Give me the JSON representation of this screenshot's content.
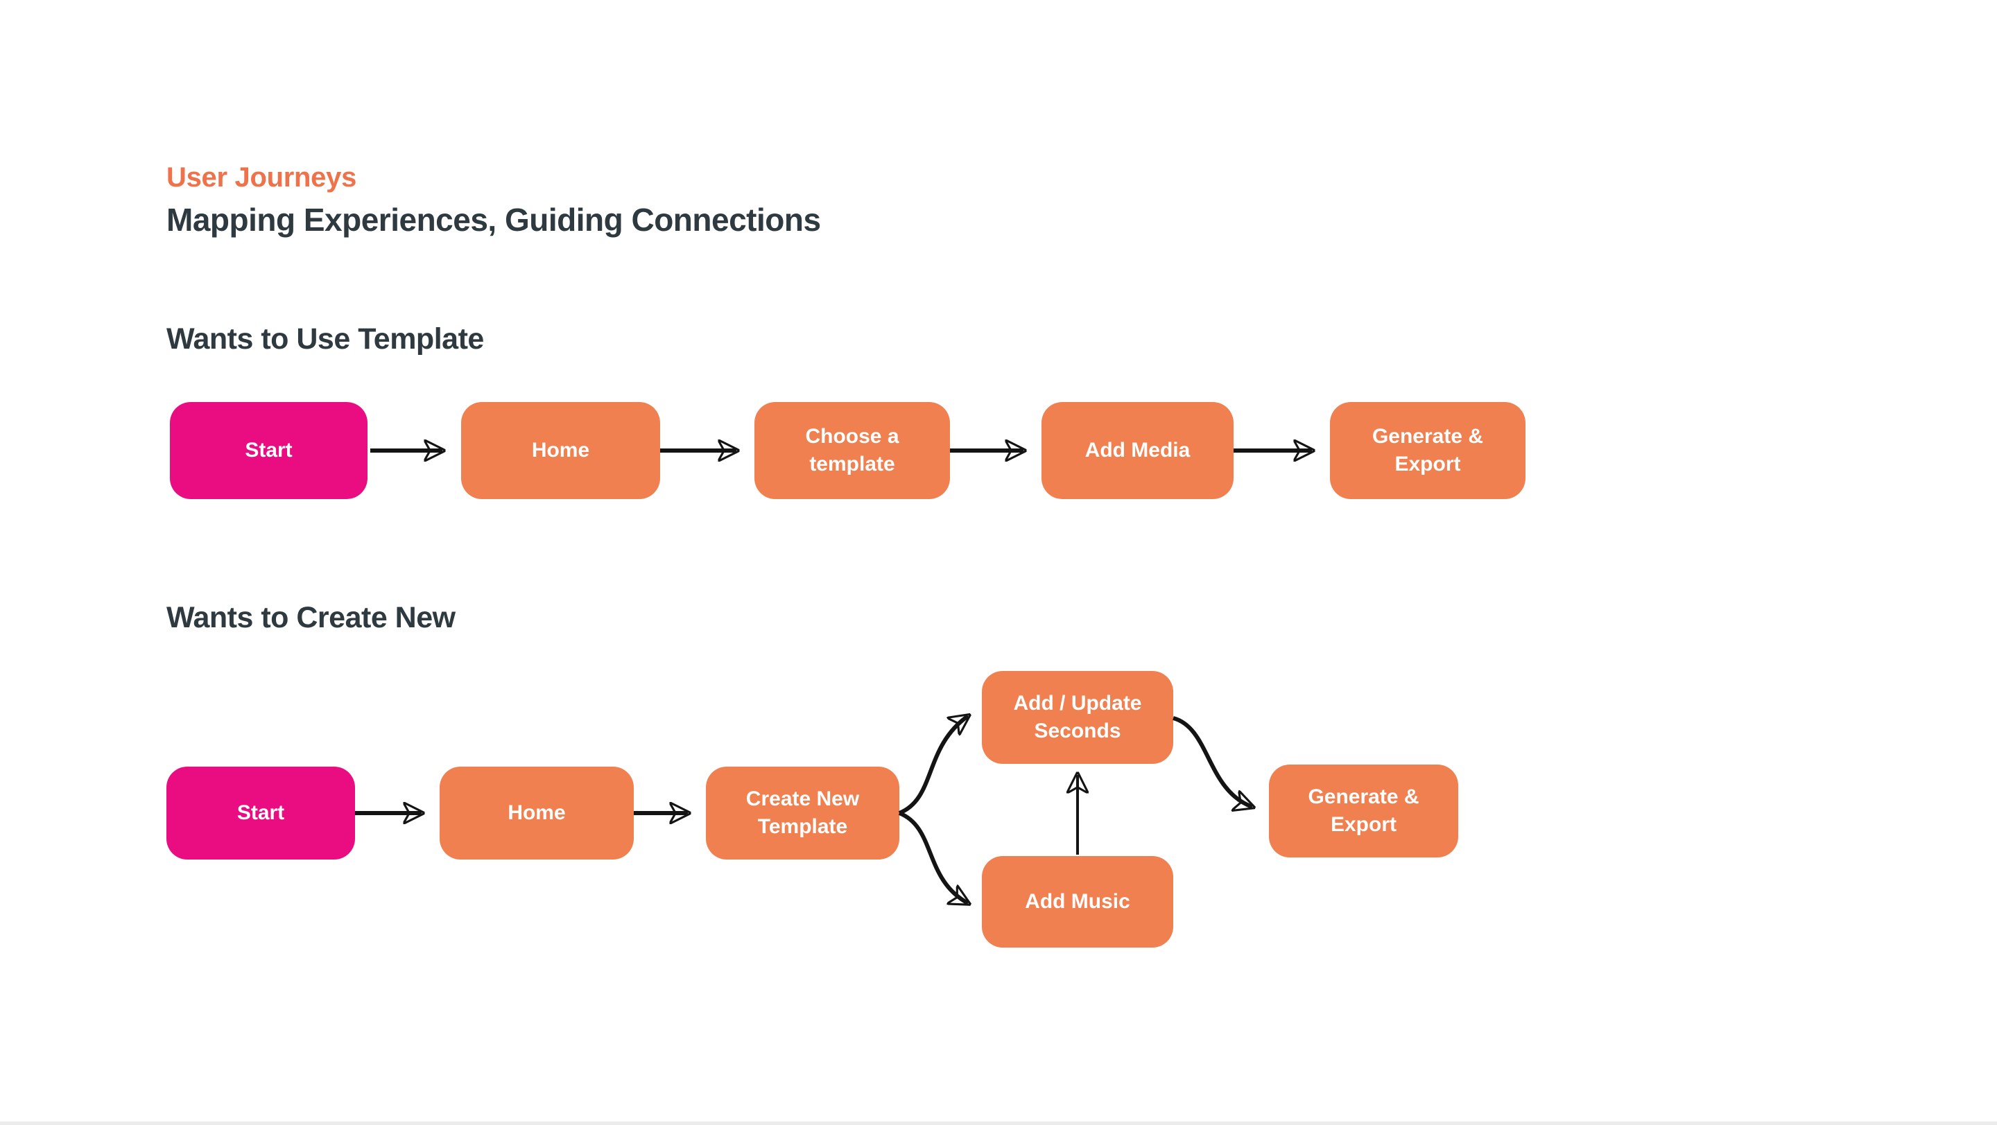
{
  "page": {
    "title": "User Journeys",
    "subtitle": "Mapping Experiences, Guiding Connections"
  },
  "colors": {
    "accent_orange": "#ee724a",
    "node_orange": "#f0804f",
    "node_pink": "#ea0d81",
    "heading_dark": "#2e3a40",
    "arrow_black": "#141414",
    "background": "#ffffff"
  },
  "flows": {
    "use_template": {
      "heading": "Wants to Use Template",
      "nodes": [
        {
          "label": "Start",
          "type": "start"
        },
        {
          "label": "Home",
          "type": "step"
        },
        {
          "label": "Choose a template",
          "type": "step"
        },
        {
          "label": "Add Media",
          "type": "step"
        },
        {
          "label": "Generate & Export",
          "type": "step"
        }
      ],
      "connections": [
        {
          "from": "Start",
          "to": "Home"
        },
        {
          "from": "Home",
          "to": "Choose a template"
        },
        {
          "from": "Choose a template",
          "to": "Add Media"
        },
        {
          "from": "Add Media",
          "to": "Generate & Export"
        }
      ]
    },
    "create_new": {
      "heading": "Wants to Create New",
      "nodes": [
        {
          "label": "Start",
          "type": "start"
        },
        {
          "label": "Home",
          "type": "step"
        },
        {
          "label": "Create New Template",
          "type": "step"
        },
        {
          "label": "Add / Update Seconds",
          "type": "step"
        },
        {
          "label": "Add Music",
          "type": "step"
        },
        {
          "label": "Generate & Export",
          "type": "step"
        }
      ],
      "connections": [
        {
          "from": "Start",
          "to": "Home"
        },
        {
          "from": "Home",
          "to": "Create New Template"
        },
        {
          "from": "Create New Template",
          "to": "Add / Update Seconds"
        },
        {
          "from": "Create New Template",
          "to": "Add Music"
        },
        {
          "from": "Add Music",
          "to": "Add / Update Seconds"
        },
        {
          "from": "Add / Update Seconds",
          "to": "Generate & Export"
        }
      ]
    }
  }
}
